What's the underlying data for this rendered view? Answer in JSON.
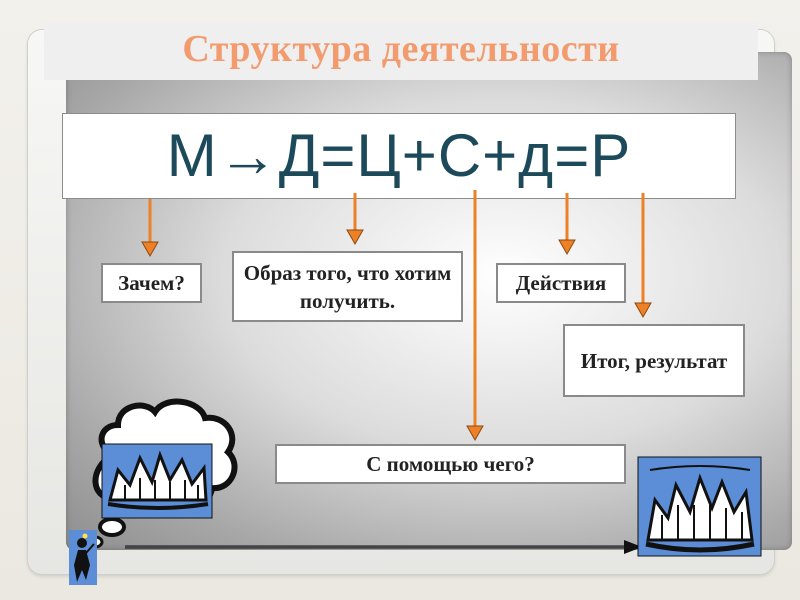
{
  "title": "Структура деятельности",
  "formula": "М→Д=Ц+С+д=Р",
  "labels": {
    "why": "Зачем?",
    "image": "Образ того, что хотим получить.",
    "actions": "Действия",
    "result": "Итог, результат",
    "means": "С помощью чего?"
  },
  "colors": {
    "title": "#f29b6e",
    "formula": "#1d4a5a",
    "arrow": "#ee8026",
    "clipart_bg": "#5b8ed6"
  },
  "icons": [
    "thought-cloud-icon",
    "crown-icon",
    "person-with-lightbulb-icon",
    "long-arrow-icon"
  ]
}
